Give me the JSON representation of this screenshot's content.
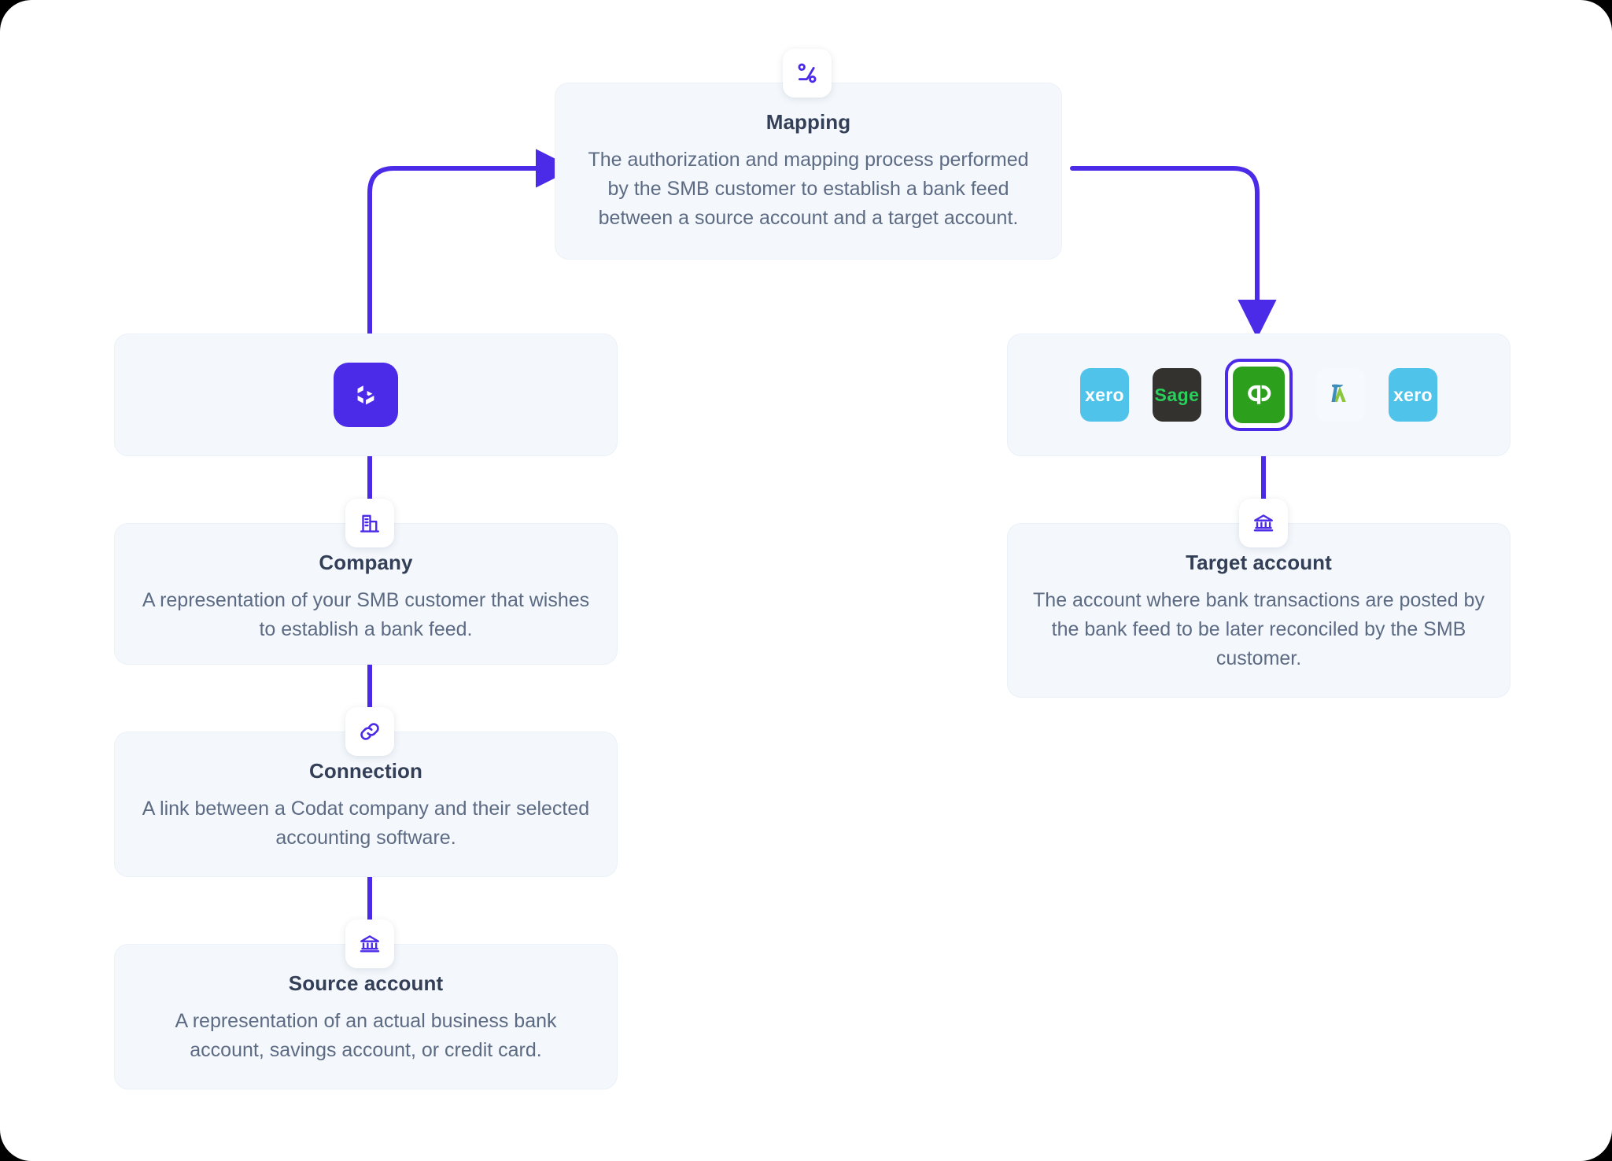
{
  "diagram": {
    "accent_color": "#4b2ae8",
    "card_bg": "#f4f8fc",
    "title_color": "#333f57",
    "body_color": "#5c6b83"
  },
  "nodes": {
    "mapping": {
      "title": "Mapping",
      "description": "The authorization and mapping process performed by the SMB customer to establish a bank feed between a source account and a target account.",
      "icon": "mapping-shuffle-icon"
    },
    "codat": {
      "icon": "codat-logo-icon"
    },
    "company": {
      "title": "Company",
      "description": "A representation of your SMB customer that wishes to establish a bank feed.",
      "icon": "building-icon"
    },
    "connection": {
      "title": "Connection",
      "description": "A link between a Codat company and their selected accounting software.",
      "icon": "link-icon"
    },
    "source_account": {
      "title": "Source account",
      "description": "A representation of an actual business bank account, savings account, or credit card.",
      "icon": "bank-icon"
    },
    "target_account": {
      "title": "Target account",
      "description": "The account where bank transactions are posted by the bank feed to be later reconciled by the SMB customer.",
      "icon": "bank-icon"
    }
  },
  "integrations": {
    "items": [
      {
        "name": "Xero",
        "label": "xero",
        "icon": "xero-logo-icon",
        "color": "#4fc3ea",
        "selected": false
      },
      {
        "name": "Sage",
        "label": "Sage",
        "icon": "sage-logo-icon",
        "color": "#33322e",
        "selected": false
      },
      {
        "name": "QuickBooks",
        "label": "qb",
        "icon": "quickbooks-logo-icon",
        "color": "#2ca01c",
        "selected": true
      },
      {
        "name": "FreeAgent",
        "label": "",
        "icon": "freeagent-logo-icon",
        "color": "#f6f9fd",
        "selected": false
      },
      {
        "name": "Xero",
        "label": "xero",
        "icon": "xero-logo-icon",
        "color": "#4fc3ea",
        "selected": false
      }
    ]
  },
  "connectors": [
    {
      "name": "codat-to-mapping",
      "direction": "up-right"
    },
    {
      "name": "mapping-to-integrations",
      "direction": "right-down"
    },
    {
      "name": "codat-to-company",
      "direction": "down"
    },
    {
      "name": "company-to-connection",
      "direction": "down"
    },
    {
      "name": "connection-to-source-account",
      "direction": "down"
    },
    {
      "name": "integrations-to-target-account",
      "direction": "down"
    }
  ]
}
